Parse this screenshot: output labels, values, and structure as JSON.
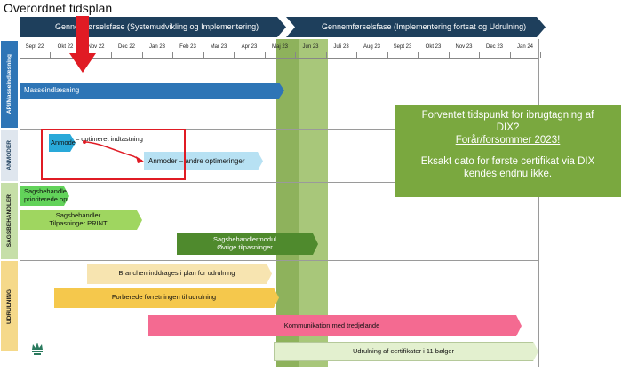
{
  "title": "Overordnet tidsplan",
  "phases": [
    {
      "label": "Gennemførselsfase (Systemudvikling og Implementering)"
    },
    {
      "label": "Gennemførselsfase (Implementering fortsat og Udrulning)"
    }
  ],
  "months": [
    "Sept 22",
    "Okt 22",
    "Nov 22",
    "Dec 22",
    "Jan 23",
    "Feb 23",
    "Mar 23",
    "Apr 23",
    "Maj 23",
    "Jun 23",
    "Juli 23",
    "Aug 23",
    "Sept 23",
    "Okt 23",
    "Nov 23",
    "Dec 23",
    "Jan 24"
  ],
  "rows": {
    "api": "API/Masseindlæsning",
    "anmoder": "ANMODER",
    "sagsbehandler": "SAGSBEHANDLER",
    "udrulning": "UDRULNING"
  },
  "bars": {
    "masse": "Masseindlæsning",
    "anm1": "Anmoder",
    "anm1_tail": "– optimeret indtastning",
    "anm2": "Anmoder – andre optimeringer",
    "sags1_a": "Sagsbehandler",
    "sags1_b": "prioriterede opt.",
    "sags2_a": "Sagsbehandler",
    "sags2_b": "Tilpasninger PRINT",
    "sags3_a": "Sagsbehandlermodul",
    "sags3_b": "Øvrige tilpasninger",
    "udr1": "Branchen inddrages i plan for udrulning",
    "udr2": "Forberede forretningen til udrulning",
    "udr3": "Kommunikation med tredjelande",
    "udr4": "Udrulning af certifikater i 11 bølger"
  },
  "callout": {
    "line1": "Forventet tidspunkt for ibrugtagning af",
    "line2": "DIX?",
    "line3": "Forår/forsommer 2023!",
    "line4": "Eksakt dato for første certifikat via DIX",
    "line5": "kendes endnu ikke."
  },
  "colors": {
    "header": "#1e3f5c",
    "highlight_band": "#a8c77a",
    "callout": "#7aa83f",
    "red": "#e01b24"
  },
  "icons": {
    "down_arrow": "red-down-arrow-icon",
    "crown": "crown-logo-icon"
  }
}
